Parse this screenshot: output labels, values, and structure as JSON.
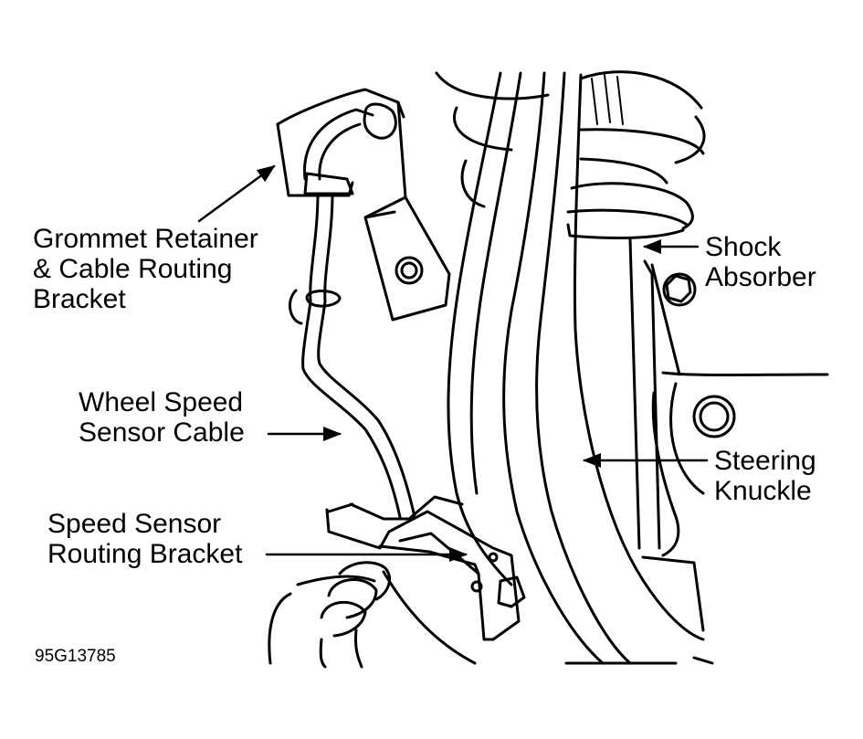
{
  "labels": {
    "grommet": [
      "Grommet Retainer",
      "& Cable Routing",
      "Bracket"
    ],
    "shock": [
      "Shock",
      "Absorber"
    ],
    "wheel_cable": [
      "Wheel Speed",
      "Sensor Cable"
    ],
    "steering": [
      "Steering",
      "Knuckle"
    ],
    "routing_bracket": [
      "Speed Sensor",
      "Routing Bracket"
    ]
  },
  "figure_number": "95G13785"
}
